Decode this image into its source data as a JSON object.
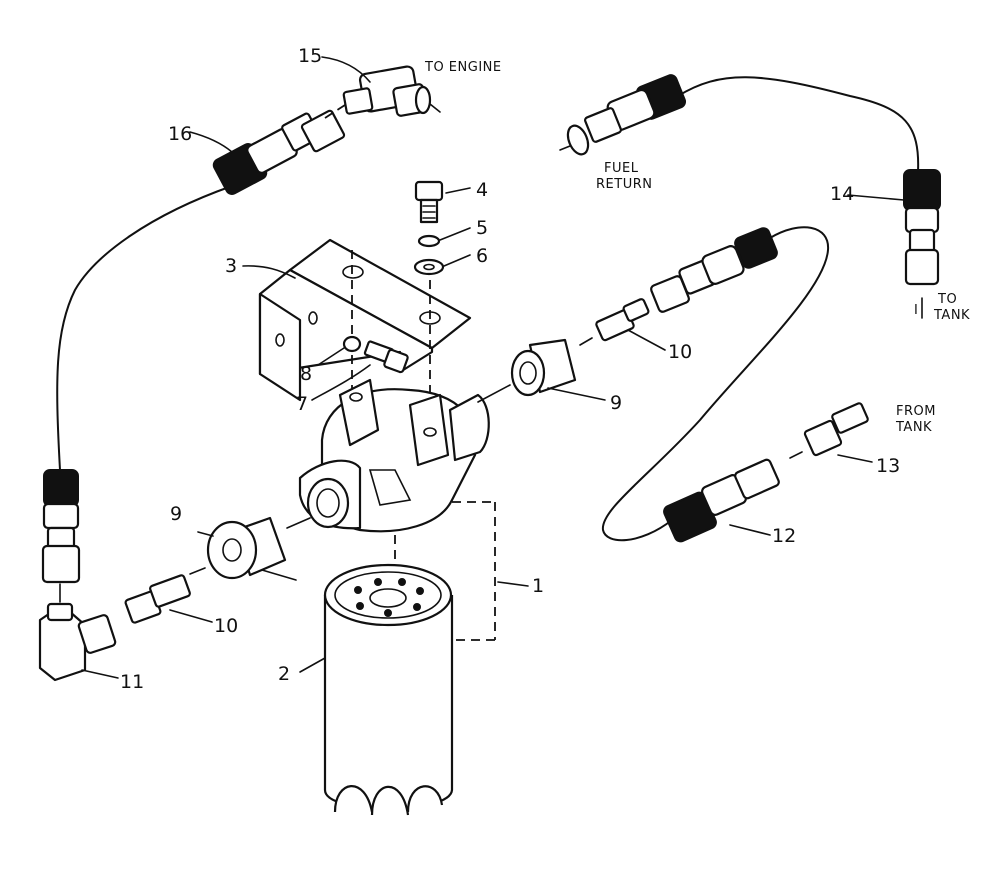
{
  "callouts": {
    "c1": "1",
    "c2": "2",
    "c3": "3",
    "c4": "4",
    "c5": "5",
    "c6": "6",
    "c7": "7",
    "c8": "8",
    "c9a": "9",
    "c9b": "9",
    "c10a": "10",
    "c10b": "10",
    "c11": "11",
    "c12": "12",
    "c13": "13",
    "c14": "14",
    "c15": "15",
    "c16": "16"
  },
  "notes": {
    "to_engine": "TO ENGINE",
    "fuel": "FUEL",
    "return": "RETURN",
    "to_tank_to": "TO",
    "to_tank_tank": "TANK",
    "to_tank_mark": "I",
    "from_tank_from": "FROM",
    "from_tank_tank": "TANK"
  }
}
